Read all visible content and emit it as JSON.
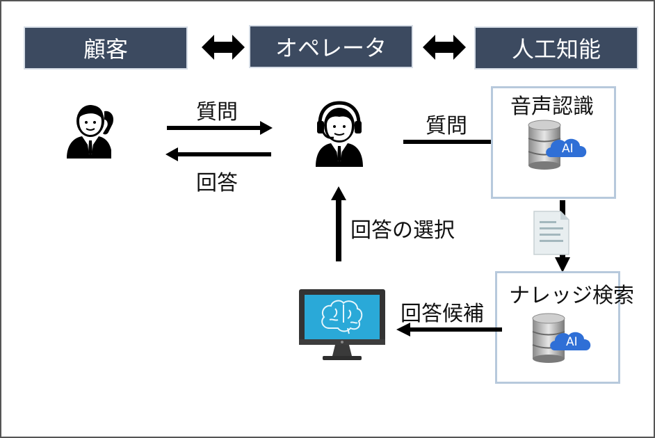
{
  "headers": {
    "customer": "顧客",
    "operator": "オペレータ",
    "ai": "人工知能"
  },
  "flows": {
    "question_to_operator": "質問",
    "answer_to_customer": "回答",
    "question_to_ai": "質問",
    "answer_selection": "回答の選択",
    "answer_candidates": "回答候補"
  },
  "modules": {
    "speech_recognition": {
      "title": "音声認識",
      "badge": "AI"
    },
    "knowledge_search": {
      "title": "ナレッジ検索",
      "badge": "AI"
    }
  },
  "icons": {
    "customer": "person-with-phone-icon",
    "operator": "person-with-headset-icon",
    "document": "document-icon",
    "monitor": "monitor-with-brain-icon",
    "database": "database-cloud-icon"
  },
  "colors": {
    "header_bg": "#3c4a60",
    "box_border": "#b7c9dc",
    "ai_cloud": "#2f6fd6",
    "monitor_screen": "#2aa9d8"
  }
}
